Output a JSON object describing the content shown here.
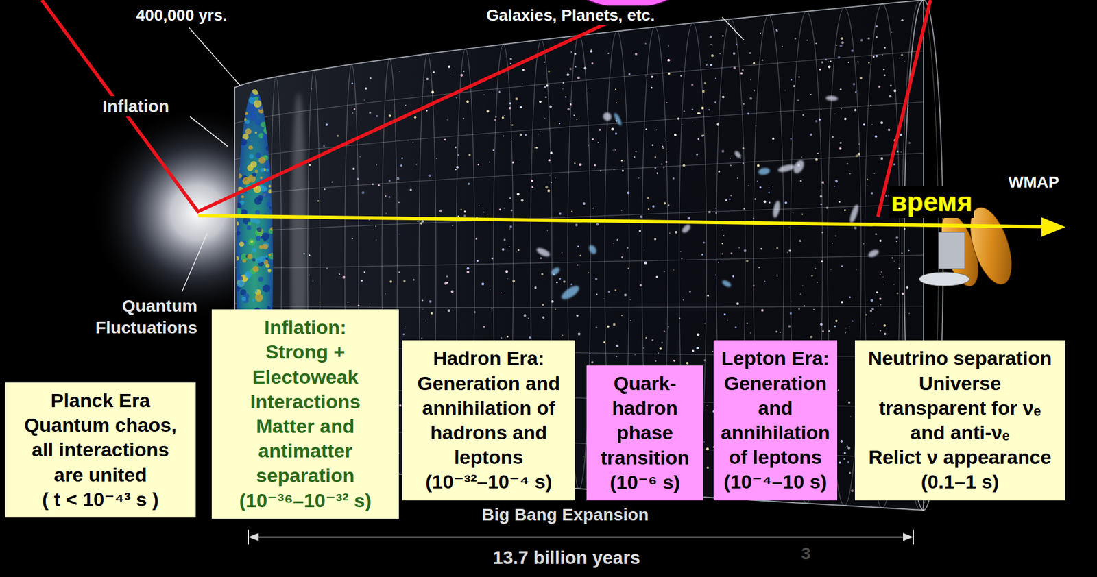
{
  "diagram": {
    "nodes": [
      {
        "text": [
          "Planck Era",
          "Quantum chaos, all interactions are united",
          "( t < 10⁻⁴³ s )"
        ]
      },
      {
        "text": [
          "Inflation:",
          "Strong + Electoweak Interactions",
          "Matter and antimatter separation",
          "(10⁻³⁶–10⁻³² s)"
        ]
      },
      {
        "text": [
          "Hadron Era:",
          "Generation and annihilation of hadrons and leptons",
          "(10⁻³²–10⁻⁴ s)"
        ]
      },
      {
        "text": [
          "Quark-hadron phase transition",
          "(10⁻⁶ s)"
        ]
      },
      {
        "text": [
          "Lepton Era:",
          "Generation and annihilation of leptons",
          "(10⁻⁴–10 s)"
        ]
      },
      {
        "text": [
          "Neutrino separation",
          "Universe transparent for νₑ and anti-νₑ",
          "Relict ν appearance",
          "(0.1–1 s)"
        ]
      }
    ],
    "labels": [
      "400,000 yrs.",
      "Galaxies, Planets, etc.",
      "Inflation",
      "Quantum Fluctuations",
      "время",
      "WMAP",
      "Big Bang Expansion",
      "13.7 billion years",
      "3"
    ]
  }
}
